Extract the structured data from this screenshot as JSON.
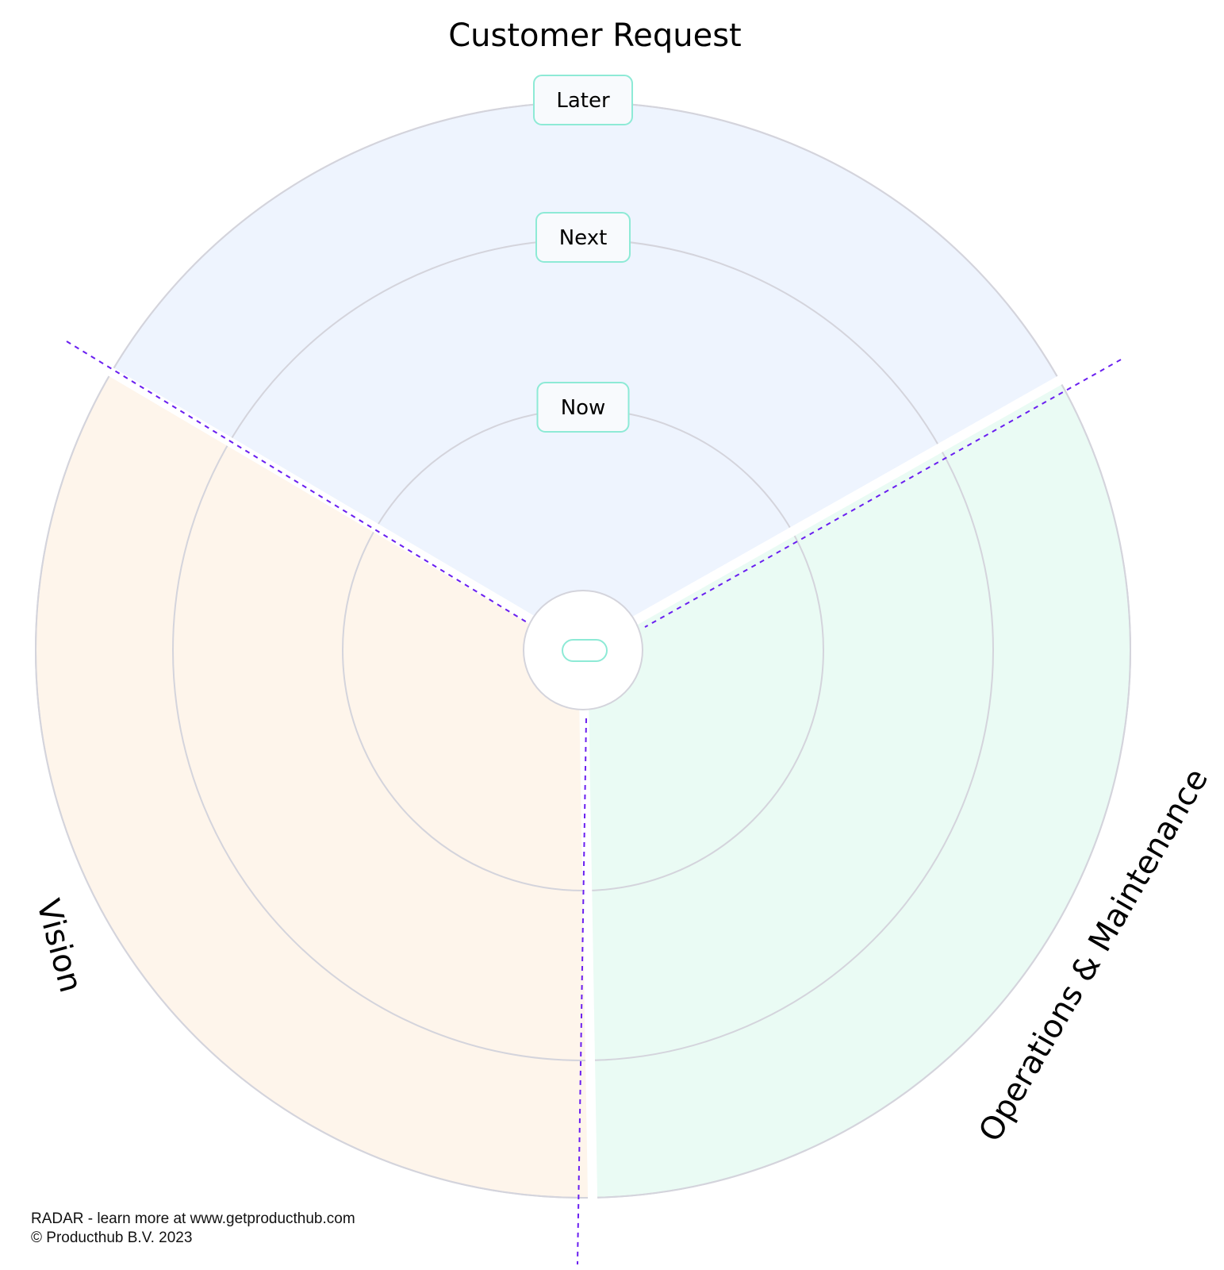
{
  "title": "Customer Request",
  "segments": [
    {
      "name": "Customer Request",
      "color": "#eef4fe"
    },
    {
      "name": "Operations & Maintenance",
      "color": "#eafbf4"
    },
    {
      "name": "Vision",
      "color": "#fef5eb"
    }
  ],
  "rings": [
    {
      "label": "Now"
    },
    {
      "label": "Next"
    },
    {
      "label": "Later"
    }
  ],
  "center_badge": "",
  "colors": {
    "divider": "#6a1ff0",
    "ring_stroke": "#d4d4dc",
    "badge_border": "#8eead6"
  },
  "footer": {
    "line1": "RADAR  - learn more at www.getproducthub.com",
    "line2": "© Producthub B.V. 2023"
  }
}
